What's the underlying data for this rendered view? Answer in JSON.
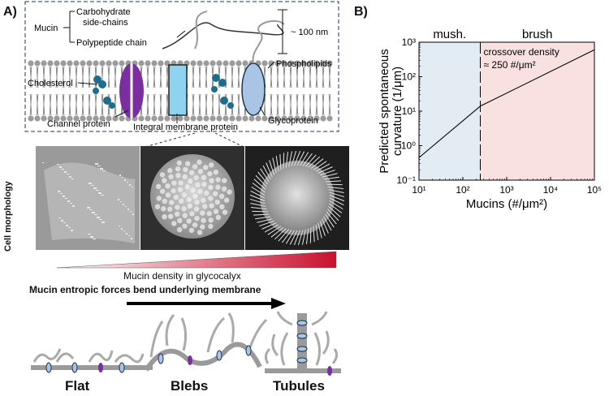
{
  "panel_a": {
    "letter": "A)",
    "membrane_labels": {
      "mucin": "Mucin",
      "carbohydrate": "Carbohydrate",
      "side_chains": "side-chains",
      "polypeptide": "Polypeptide chain",
      "scale": "~ 100 nm",
      "phospholipids": "Phospholipids",
      "cholesterol": "Cholesterol",
      "channel_protein": "Channel protein",
      "integral_protein": "Integral membrane protein",
      "glycoprotein": "Glycoprotein"
    },
    "cell_morphology_label": "Cell morphology",
    "gradient_label": "Mucin density in glycocalyx",
    "arrow_caption": "Mucin entropic forces bend underlying membrane",
    "shapes": [
      "Flat",
      "Blebs",
      "Tubules"
    ],
    "colors": {
      "channel": "#7b2f9e",
      "integral": "#8ed3ef",
      "glyco": "#a9c4e4",
      "cholesterol": "#1f6d8c",
      "gradient_end": "#c8102e"
    }
  },
  "panel_b": {
    "letter": "B)",
    "regions": [
      {
        "label": "mush.",
        "color": "#e3ecf3"
      },
      {
        "label": "brush",
        "color": "#f9e1e1"
      }
    ],
    "annotation_line1": "crossover density",
    "annotation_line2": "≈ 250 #/μm²"
  },
  "chart_data": {
    "type": "line",
    "xlabel": "Mucins (#/μm²)",
    "ylabel_line1": "Predicted spontaneous",
    "ylabel_line2": "curvature (1/μm)",
    "xscale": "log",
    "yscale": "log",
    "xlim": [
      10,
      100000
    ],
    "ylim": [
      0.1,
      1000
    ],
    "xticks": [
      10,
      100,
      1000,
      10000,
      100000
    ],
    "xtick_labels": [
      "10¹",
      "10²",
      "10³",
      "10⁴",
      "10⁵"
    ],
    "yticks": [
      0.1,
      1,
      10,
      100,
      1000
    ],
    "ytick_labels": [
      "10⁻¹",
      "10⁰",
      "10¹",
      "10²",
      "10³"
    ],
    "crossover_x": 250,
    "series": [
      {
        "x": [
          10,
          250
        ],
        "y": [
          0.45,
          14
        ]
      },
      {
        "x": [
          250,
          100000
        ],
        "y": [
          14,
          600
        ]
      }
    ]
  }
}
